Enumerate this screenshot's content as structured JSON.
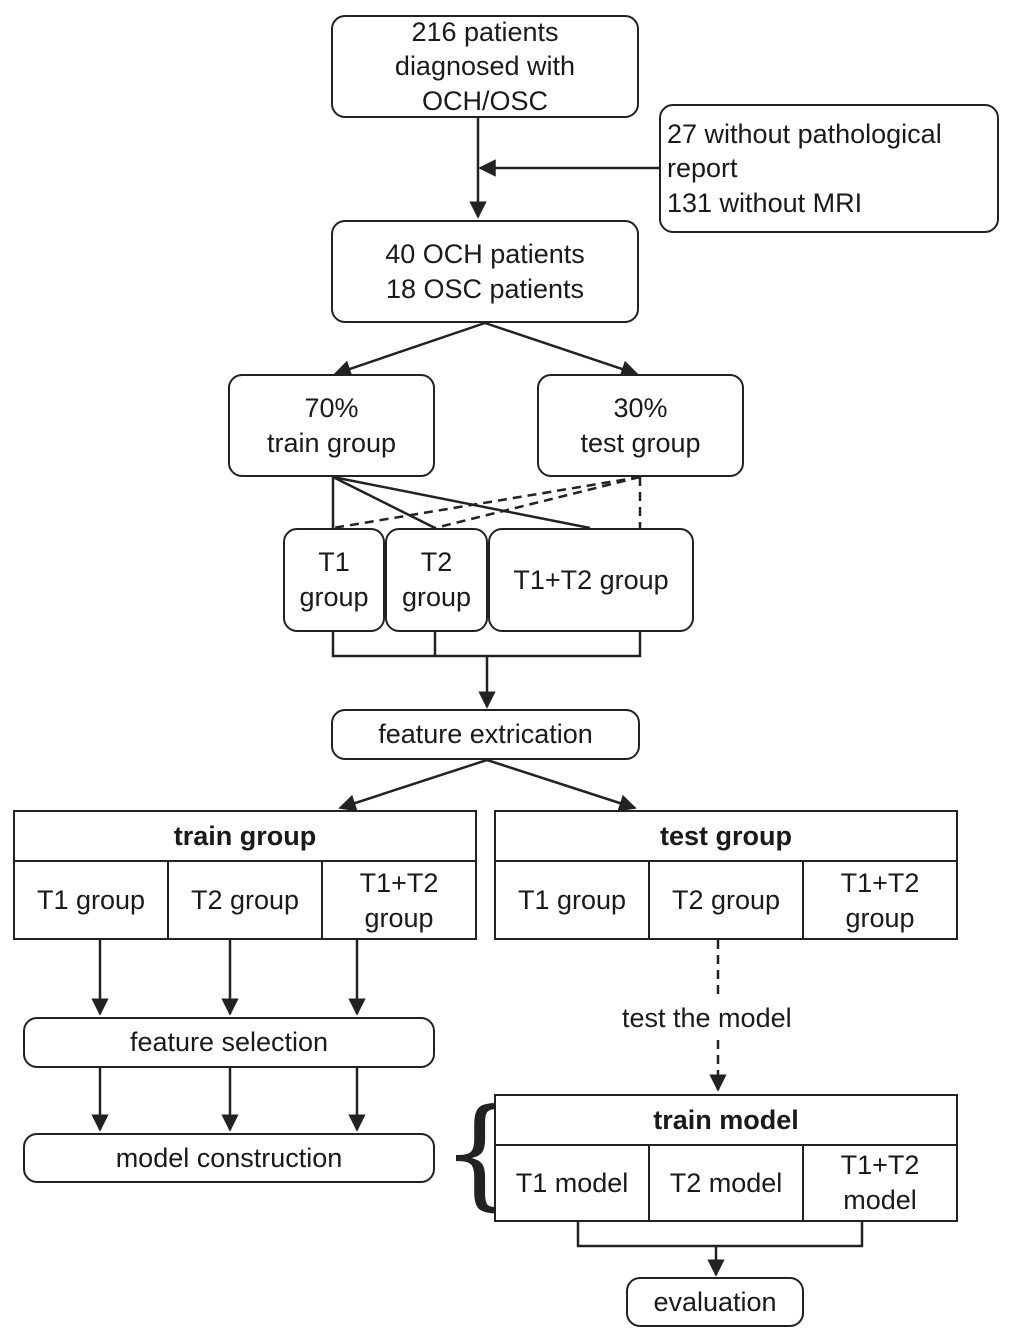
{
  "nodes": {
    "patients_total": "216 patients diagnosed with OCH/OSC",
    "exclusions": [
      "27 without pathological",
      "report",
      "131 without MRI"
    ],
    "patients_included": [
      "40 OCH patients",
      "18 OSC patients"
    ],
    "train_split": [
      "70%",
      "train group"
    ],
    "test_split": [
      "30%",
      "test group"
    ],
    "t1_group": [
      "T1",
      "group"
    ],
    "t2_group": [
      "T2",
      "group"
    ],
    "t1t2_group": "T1+T2 group",
    "feature_extraction": "feature extrication",
    "feature_selection": "feature selection",
    "model_construction": "model construction",
    "test_the_model": "test the model",
    "evaluation": "evaluation"
  },
  "train_table": {
    "title": "train group",
    "cells": [
      "T1 group",
      "T2 group",
      "T1+T2 group"
    ]
  },
  "test_table": {
    "title": "test group",
    "cells": [
      "T1 group",
      "T2 group",
      "T1+T2 group"
    ]
  },
  "model_table": {
    "title": "train model",
    "cells": [
      "T1 model",
      "T2 model",
      "T1+T2 model"
    ]
  }
}
